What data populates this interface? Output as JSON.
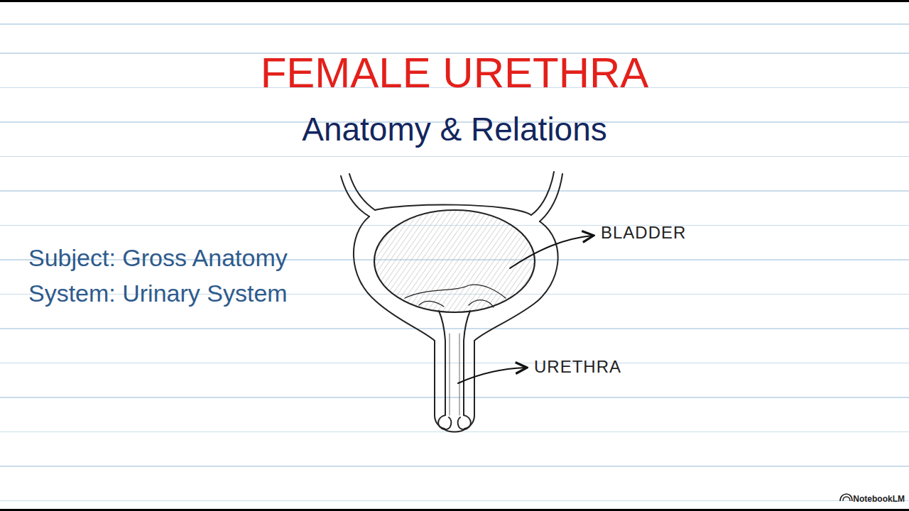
{
  "diagram": {
    "title": "FEMALE URETHRA",
    "labels": [
      "Anatomy & Relations",
      "Subject: Gross Anatomy",
      "System: Urinary System",
      "BLADDER",
      "URETHRA",
      "NotebookLM"
    ]
  }
}
